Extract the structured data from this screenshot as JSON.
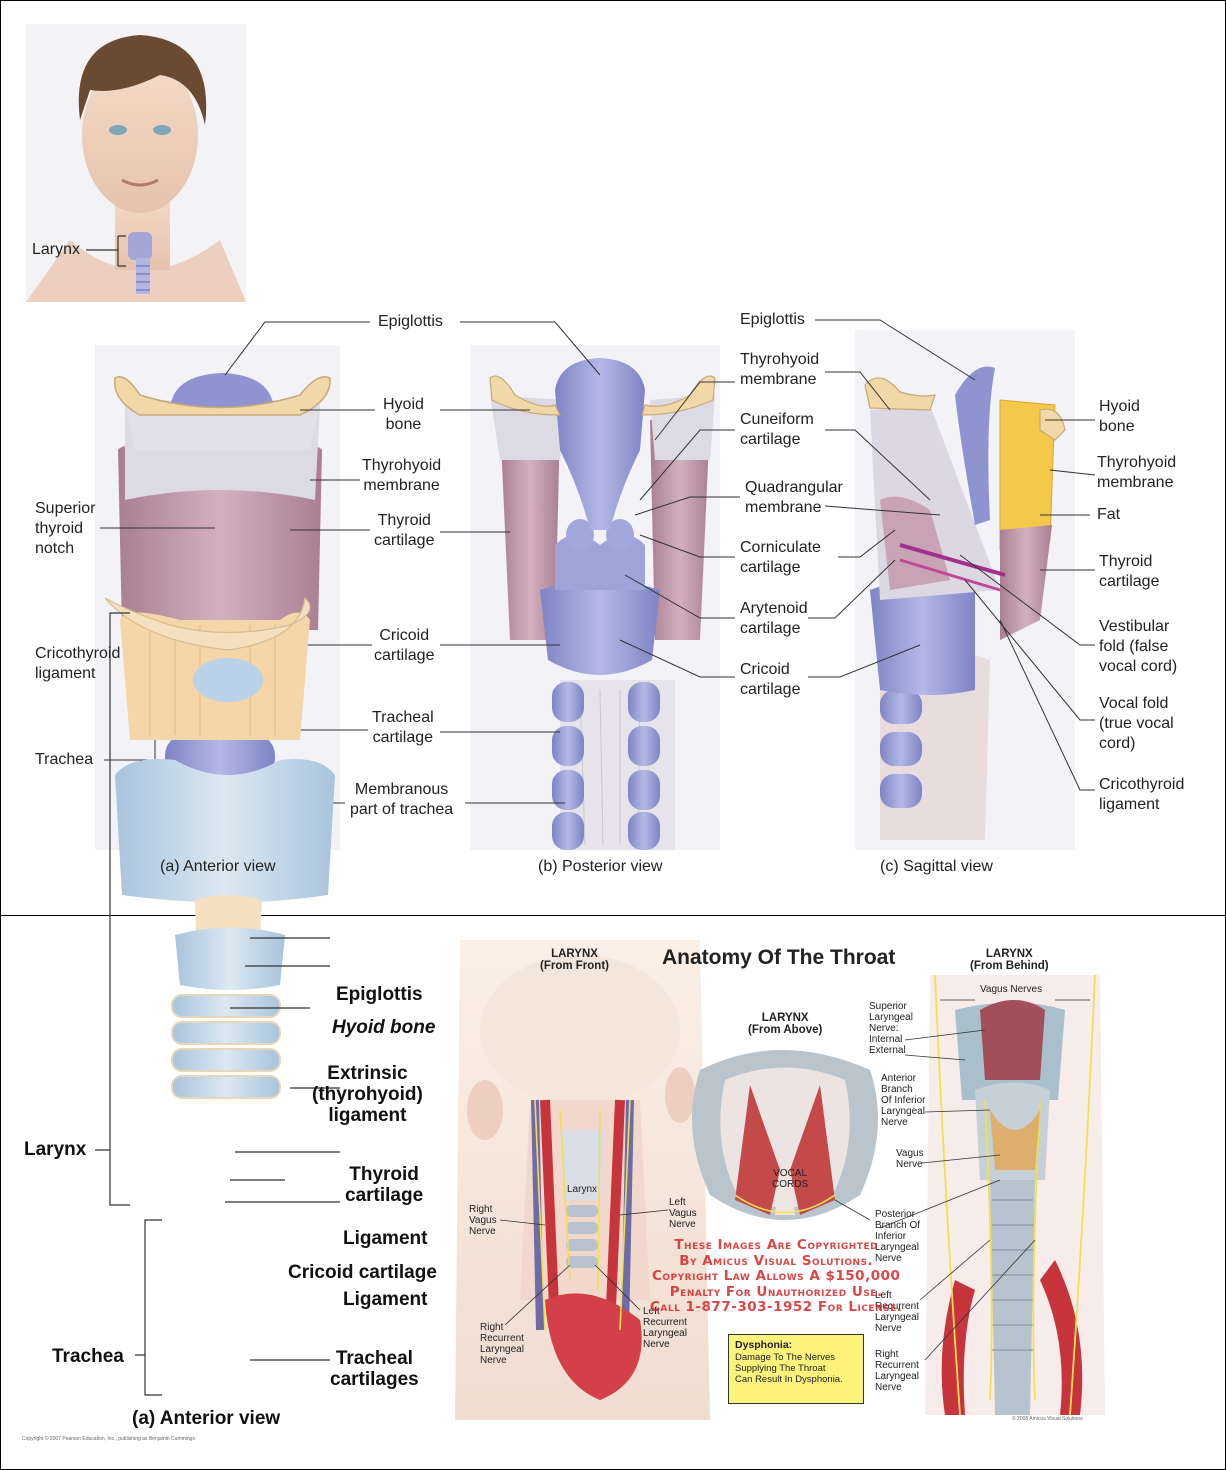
{
  "top_panel": {
    "head_label": "Larynx",
    "anterior": {
      "caption": "(a) Anterior view",
      "labels": {
        "epiglottis": "Epiglottis",
        "hyoid_bone": "Hyoid\nbone",
        "thyrohyoid_membrane": "Thyrohyoid\nmembrane",
        "superior_thyroid_notch": "Superior\nthyroid\nnotch",
        "thyroid_cartilage": "Thyroid\ncartilage",
        "cricothyroid_ligament": "Cricothyroid\nligament",
        "cricoid_cartilage": "Cricoid\ncartilage",
        "trachea": "Trachea",
        "tracheal_cartilage": "Tracheal\ncartilage",
        "membranous_part": "Membranous\npart of trachea"
      }
    },
    "posterior": {
      "caption": "(b) Posterior view",
      "labels": {
        "thyrohyoid_membrane": "Thyrohyoid\nmembrane",
        "cuneiform_cartilage": "Cuneiform\ncartilage",
        "quadrangular_membrane": "Quadrangular\nmembrane",
        "corniculate_cartilage": "Corniculate\ncartilage",
        "arytenoid_cartilage": "Arytenoid\ncartilage",
        "cricoid_cartilage": "Cricoid\ncartilage"
      }
    },
    "sagittal": {
      "caption": "(c) Sagittal view",
      "labels": {
        "epiglottis": "Epiglottis",
        "hyoid_bone": "Hyoid\nbone",
        "thyrohyoid_membrane": "Thyrohyoid\nmembrane",
        "fat": "Fat",
        "thyroid_cartilage": "Thyroid\ncartilage",
        "vestibular_fold": "Vestibular\nfold (false\nvocal cord)",
        "vocal_fold": "Vocal fold\n(true vocal\ncord)",
        "cricothyroid_ligament": "Cricothyroid\nligament"
      }
    }
  },
  "bottom_left": {
    "caption": "(a) Anterior view",
    "copyright": "Copyright © 2007 Pearson Education, Inc., publishing as Benjamin Cummings",
    "labels": {
      "epiglottis": "Epiglottis",
      "hyoid_bone": "Hyoid bone",
      "extrinsic": "Extrinsic\n(thyrohyoid)\nligament",
      "thyroid_cartilage": "Thyroid\ncartilage",
      "ligament_1": "Ligament",
      "cricoid_cartilage": "Cricoid cartilage",
      "ligament_2": "Ligament",
      "larynx": "Larynx",
      "trachea": "Trachea",
      "tracheal_cartilages": "Tracheal\ncartilages"
    }
  },
  "bottom_right": {
    "title": "Anatomy Of The Throat",
    "front_header": "LARYNX\n(From Front)",
    "above_header": "LARYNX\n(From Above)",
    "behind_header": "LARYNX\n(From Behind)",
    "labels": {
      "larynx_inner": "Larynx",
      "right_vagus": "Right\nVagus\nNerve",
      "left_vagus": "Left\nVagus\nNerve",
      "right_recurrent": "Right\nRecurrent\nLaryngeal\nNerve",
      "left_recurrent": "Left\nRecurrent\nLaryngeal\nNerve",
      "vocal_cords": "VOCAL\nCORDS",
      "vagus_nerves": "Vagus Nerves",
      "superior_laryngeal": "Superior\nLaryngeal\nNerve:\nInternal\nExternal",
      "anterior_branch": "Anterior\nBranch\nOf Inferior\nLaryngeal\nNerve",
      "vagus_nerve": "Vagus\nNerve",
      "posterior_branch": "Posterior\nBranch Of\nInferior\nLaryngeal\nNerve",
      "left_recurrent_behind": "Left\nRecurrent\nLaryngeal\nNerve",
      "right_recurrent_behind": "Right\nRecurrent\nLaryngeal\nNerve"
    },
    "watermark": "These Images Are Copyrighted\nBy Amicus Visual Solutions.\nCopyright Law Allows A $150,000\nPenalty For Unauthorized Use.\nCall 1-877-303-1952 For License.",
    "dysphonia_title": "Dysphonia:",
    "dysphonia_text": "Damage To The Nerves\nSupplying The Throat\nCan Result In Dysphonia.",
    "credit": "© 2008 Amicus Visual Solutions"
  },
  "colors": {
    "cartilage": "#9ea4d8",
    "thyroid": "#c8a3b4",
    "bone": "#f0d8a8",
    "membrane": "#d8d6e0",
    "fat": "#f4c84a",
    "nerve": "#f0e050",
    "artery": "#c8343c",
    "watermark": "#d21e1e",
    "dysphonia_bg": "#fdf27a"
  }
}
